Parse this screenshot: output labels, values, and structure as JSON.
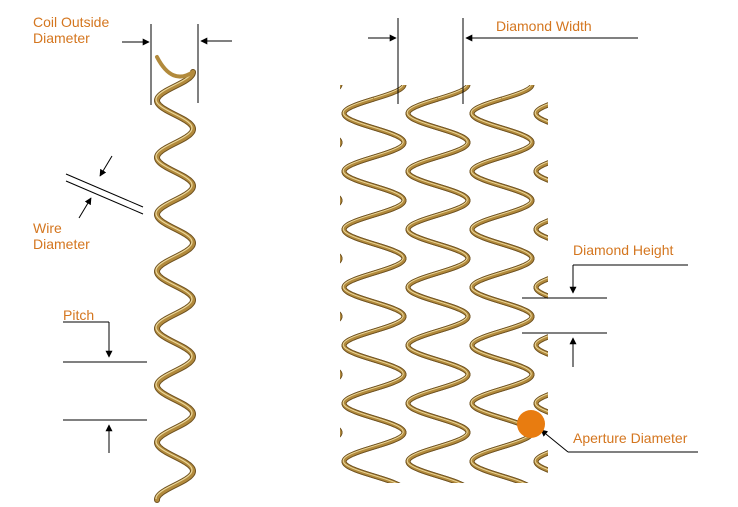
{
  "colors": {
    "label": "#d4761f",
    "wire": "#b28a3c",
    "wire_highlight": "#ebd79a",
    "wire_shadow": "#6e5120",
    "line": "#000000",
    "aperture": "#e87c10"
  },
  "labels": {
    "coil_outside_diameter": [
      "Coil Outside",
      "Diameter"
    ],
    "wire_diameter": [
      "Wire",
      "Diameter"
    ],
    "pitch": "Pitch",
    "diamond_width": "Diamond Width",
    "diamond_height": "Diamond Height",
    "aperture_diameter": "Aperture Diameter"
  }
}
